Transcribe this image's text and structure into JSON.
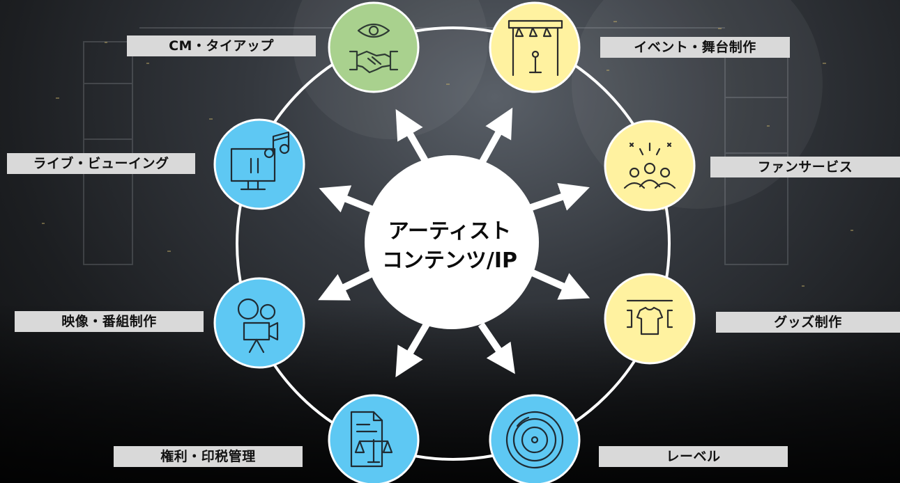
{
  "center": {
    "line1": "アーティスト",
    "line2": "コンテンツ/IP"
  },
  "colors": {
    "green": "#a9d18e",
    "yellow": "#fff2a0",
    "blue": "#5ec8f3",
    "label_bg": "#d9d9d9",
    "ring": "#ffffff"
  },
  "nodes": [
    {
      "label": "CM・タイアップ",
      "icon": "eye-handshake-icon",
      "color": "green"
    },
    {
      "label": "イベント・舞台制作",
      "icon": "stage-microphone-icon",
      "color": "yellow"
    },
    {
      "label": "ファンサービス",
      "icon": "fans-celebration-icon",
      "color": "yellow"
    },
    {
      "label": "グッズ制作",
      "icon": "tshirt-merch-icon",
      "color": "yellow"
    },
    {
      "label": "レーベル",
      "icon": "vinyl-record-icon",
      "color": "blue"
    },
    {
      "label": "権利・印税管理",
      "icon": "document-scale-icon",
      "color": "blue"
    },
    {
      "label": "映像・番組制作",
      "icon": "video-camera-icon",
      "color": "blue"
    },
    {
      "label": "ライブ・ビューイング",
      "icon": "monitor-music-icon",
      "color": "blue"
    }
  ]
}
